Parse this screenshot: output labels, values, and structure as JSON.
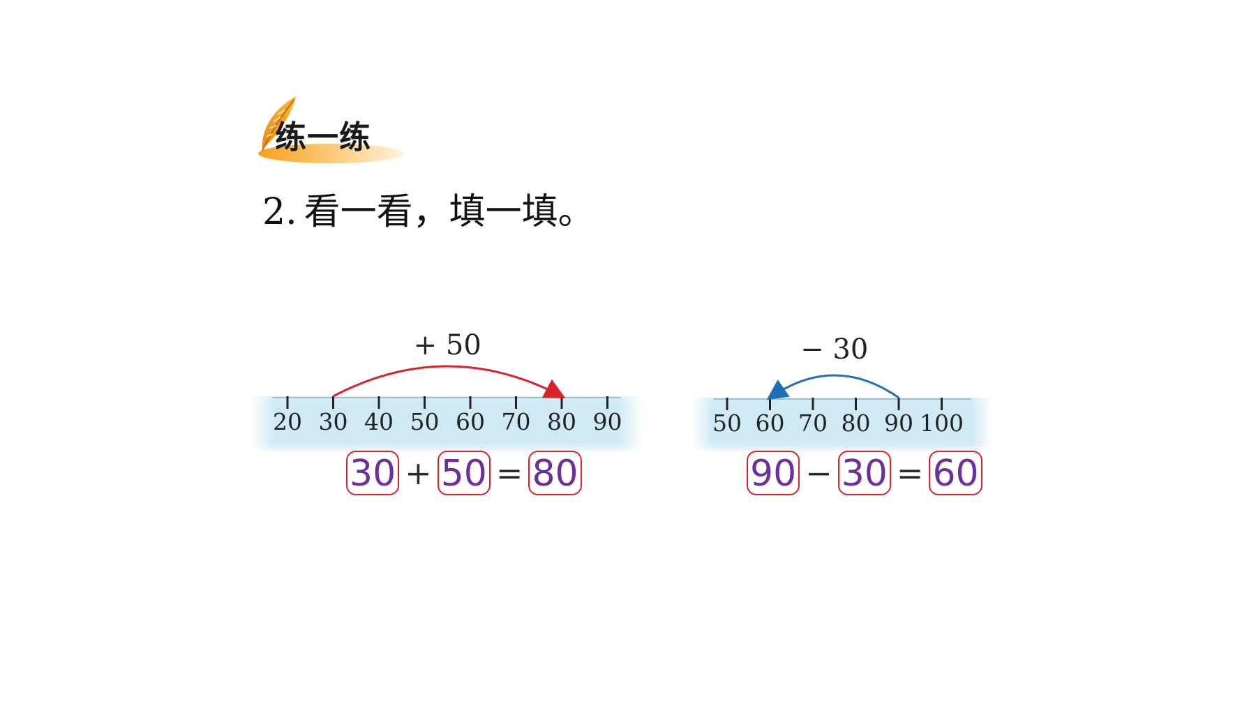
{
  "header": {
    "badge_label": "练一练",
    "badge_icon": "feather-icon"
  },
  "question": {
    "number": "2.",
    "text": "看一看，填一填。"
  },
  "exercises": [
    {
      "arc_label": "+ 50",
      "arc_color": "#d8232a",
      "ticks": [
        "20",
        "30",
        "40",
        "50",
        "60",
        "70",
        "80",
        "90"
      ],
      "arc_from": "30",
      "arc_to": "80",
      "equation": {
        "a": "30",
        "op": "+",
        "b": "50",
        "eq": "=",
        "result": "80"
      }
    },
    {
      "arc_label": "− 30",
      "arc_color": "#1f6fb8",
      "ticks": [
        "50",
        "60",
        "70",
        "80",
        "90",
        "100"
      ],
      "arc_from": "90",
      "arc_to": "60",
      "equation": {
        "a": "90",
        "op": "−",
        "b": "30",
        "eq": "=",
        "result": "60"
      }
    }
  ],
  "colors": {
    "answer_text": "#6b2fa0",
    "answer_box": "#d8232a",
    "ruler_fill": "#cfe9f5"
  }
}
